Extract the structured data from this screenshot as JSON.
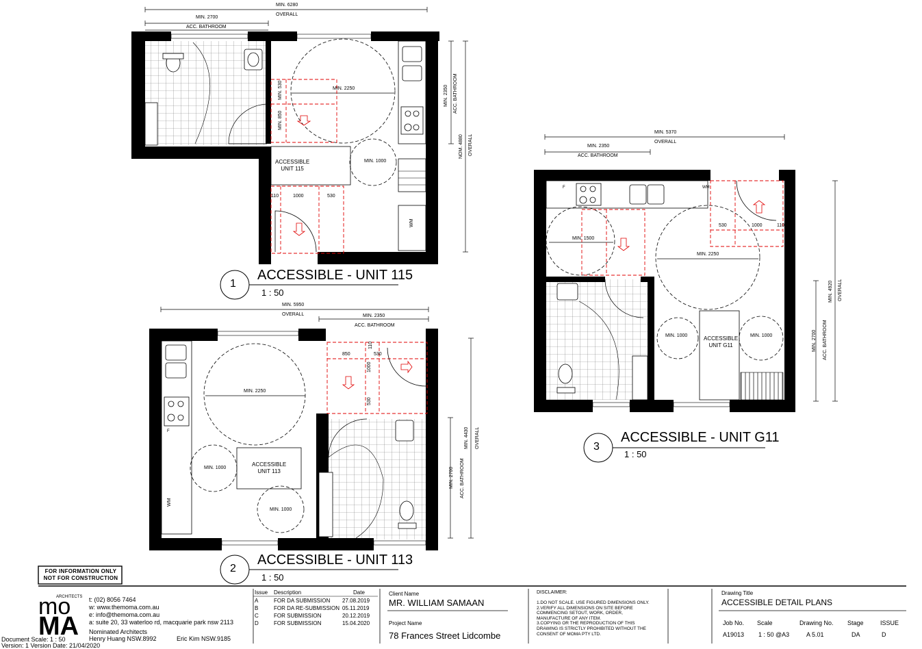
{
  "plan115": {
    "dims": {
      "overall_val": "MIN. 6280",
      "overall": "OVERALL",
      "bath_val": "MIN. 2700",
      "bath": "ACC. BATHROOM",
      "right_bath_val": "MIN. 2350",
      "right_bath": "ACC. BATHROOM",
      "right_overall_val": "NOM. 4880",
      "right_overall": "OVERALL"
    },
    "labels": {
      "circle": "MIN. 2250",
      "d530": "MIN. 530",
      "d850": "MIN. 850",
      "unit": "ACCESSIBLE\nUNIT 115",
      "c1000": "MIN. 1000",
      "d110": "110",
      "d1000": "1000",
      "d530b": "530",
      "wm": "WM"
    },
    "title": "ACCESSIBLE - UNIT 115",
    "number": "1",
    "scale": "1 : 50"
  },
  "plan113": {
    "dims": {
      "overall_val": "MIN. 5950",
      "overall": "OVERALL",
      "bath_val": "MIN. 2350",
      "bath": "ACC. BATHROOM",
      "right_overall_val": "MIN. 4430",
      "right_overall": "OVERALL",
      "right_bath_val": "MIN. 2700",
      "right_bath": "ACC. BATHROOM"
    },
    "labels": {
      "circle": "MIN. 2250",
      "d850": "850",
      "d110": "110",
      "d530": "530",
      "d1000": "1000",
      "d530b": "530",
      "c1000a": "MIN. 1000",
      "unit": "ACCESSIBLE\nUNIT 113",
      "c1000b": "MIN. 1000",
      "wm": "WM",
      "f": "F"
    },
    "title": "ACCESSIBLE - UNIT 113",
    "number": "2",
    "scale": "1 : 50"
  },
  "planG11": {
    "dims": {
      "overall_val": "MIN. 5370",
      "overall": "OVERALL",
      "bath_val": "MIN. 2350",
      "bath": "ACC. BATHROOM",
      "right_overall_val": "MIN. 4920",
      "right_overall": "OVERALL",
      "right_bath_val": "MIN. 2700",
      "right_bath": "ACC. BATHROOM"
    },
    "labels": {
      "c1500": "MIN. 1500",
      "circle": "MIN. 2250",
      "d530": "530",
      "d1000": "1000",
      "d110": "110",
      "c1000a": "MIN. 1000",
      "unit": "ACCESSIBLE\nUNIT G11",
      "c1000b": "MIN. 1000",
      "wm": "WM",
      "f": "F"
    },
    "title": "ACCESSIBLE - UNIT G11",
    "number": "3",
    "scale": "1 : 50"
  },
  "stamp": {
    "line1": "FOR INFORMATION ONLY",
    "line2": "NOT FOR CONSTRUCTION"
  },
  "titleblock": {
    "brand": {
      "small": "ARCHITECTS",
      "mo": "mo",
      "ma": "MA"
    },
    "contact": {
      "tel": "t:  (02) 8056 7464",
      "web": "w:  www.themoma.com.au",
      "email": "e:  info@themoma.com.au",
      "addr": "a:  suite 20, 33 waterloo rd, macquarie park nsw 2113",
      "nom_title": "Nominated Architects",
      "arch1": "Henry Huang  NSW.8992",
      "arch2": "Eric Kim  NSW.9185"
    },
    "doc": {
      "line1": "Document Scale: 1 : 50",
      "line2": "Version: 1  Version Date: 21/04/2020"
    },
    "issues": {
      "headers": {
        "issue": "Issue",
        "desc": "Description",
        "date": "Date"
      },
      "rows": [
        {
          "issue": "A",
          "desc": "FOR DA SUBMISSION",
          "date": "27.08.2019"
        },
        {
          "issue": "B",
          "desc": "FOR DA RE-SUBMISSION",
          "date": "05.11.2019"
        },
        {
          "issue": "C",
          "desc": "FOR SUBMISSION",
          "date": "20.12.2019"
        },
        {
          "issue": "D",
          "desc": "FOR SUBMISSION",
          "date": "15.04.2020"
        }
      ]
    },
    "client": {
      "label": "Client Name",
      "value": "MR. WILLIAM SAMAAN"
    },
    "project": {
      "label": "Project Name",
      "value": "78 Frances Street Lidcombe"
    },
    "disclaimer": {
      "title": "DISCLAIMER:",
      "lines": [
        "1.DO NOT SCALE. USE FIGURED DIMENSIONS ONLY.",
        "2.VERIFY ALL DIMENSIONS ON SITE BEFORE",
        "COMMENCING SETOUT, WORK, ORDER,",
        "MANUFACTURE OF ANY ITEM.",
        "3.COPYING OR THE REPRODUCTION OF THIS",
        "DRAWING IS STRICTLY PROHIBITED WITHOUT THE",
        "CONSENT OF MOMA PTY LTD."
      ]
    },
    "drawing": {
      "label": "Drawing Title",
      "value": "ACCESSIBLE DETAIL PLANS"
    },
    "meta": {
      "job_label": "Job No.",
      "job": "A19013",
      "scale_label": "Scale",
      "scale": "1 : 50  @A3",
      "dwg_label": "Drawing No.",
      "dwg": "A 5.01",
      "stage_label": "Stage",
      "stage": "DA",
      "issue_label": "ISSUE",
      "issue": "D"
    }
  }
}
